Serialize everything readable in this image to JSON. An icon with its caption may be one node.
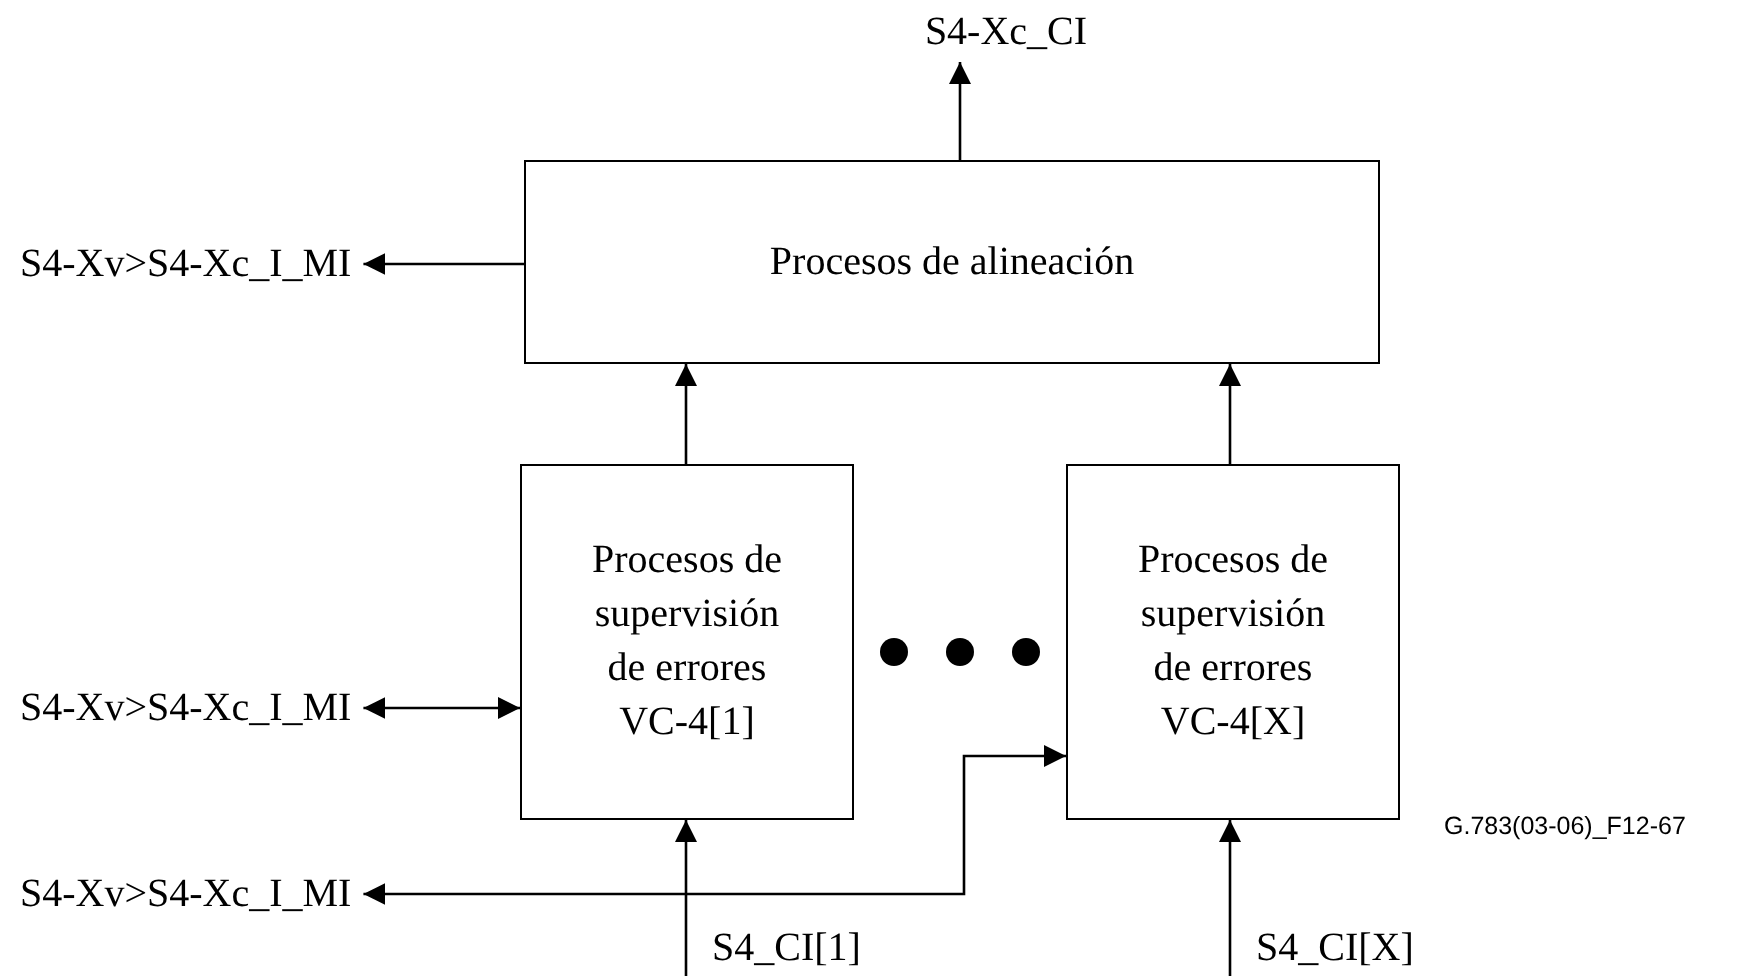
{
  "diagram": {
    "nodes": [
      {
        "text": [
          "S4-Xc_CI"
        ]
      },
      {
        "text": [
          "Procesos de alineación"
        ]
      },
      {
        "text": [
          "S4-Xv>S4-Xc_I_MI"
        ]
      },
      {
        "text": [
          "Procesos de supervisión de errores VC-4[1]"
        ]
      },
      {
        "text": [
          "Procesos de supervisión de errores VC-4[X]"
        ]
      },
      {
        "text": [
          "S4-Xv>S4-Xc_I_MI"
        ]
      },
      {
        "text": [
          "S4-Xv>S4-Xc_I_MI"
        ]
      },
      {
        "text": [
          "S4_CI[1]"
        ]
      },
      {
        "text": [
          "S4_CI[X]"
        ]
      }
    ],
    "edges": [
      {
        "from": 1,
        "to": 0,
        "arrow": "to"
      },
      {
        "from": 1,
        "to": 2,
        "arrow": "to"
      },
      {
        "from": 3,
        "to": 1,
        "arrow": "to"
      },
      {
        "from": 4,
        "to": 1,
        "arrow": "to"
      },
      {
        "from": 5,
        "to": 3,
        "arrow": "both"
      },
      {
        "from": 6,
        "to": 4,
        "arrow": "both"
      },
      {
        "from": 7,
        "to": 3,
        "arrow": "to"
      },
      {
        "from": 8,
        "to": 4,
        "arrow": "to"
      }
    ],
    "labels": [
      "G.783(03-06)_F12-67"
    ]
  }
}
